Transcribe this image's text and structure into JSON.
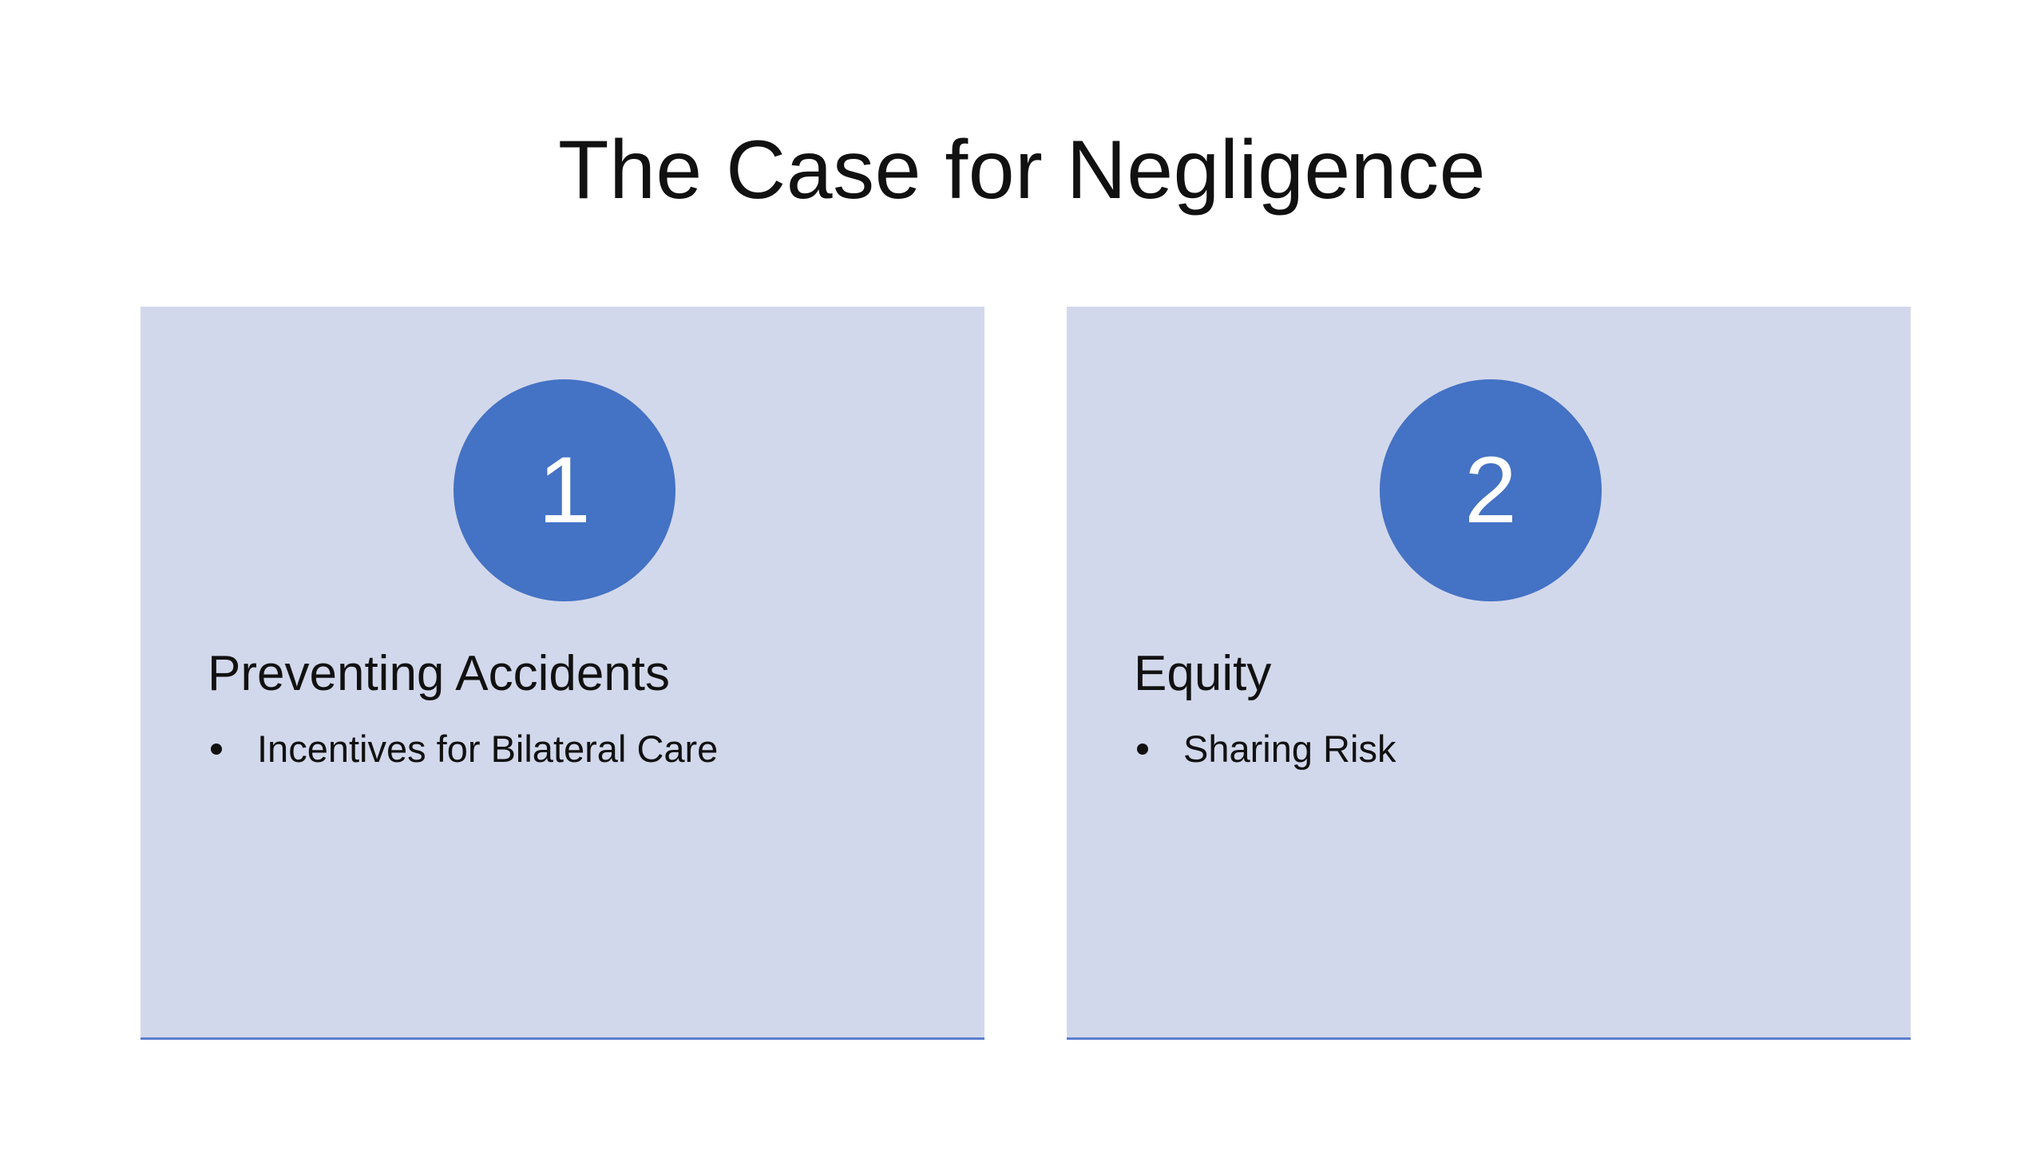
{
  "slide": {
    "title": "The Case for Negligence",
    "cards": [
      {
        "number": "1",
        "heading": "Preventing Accidents",
        "bullets": [
          "Incentives for Bilateral Care"
        ]
      },
      {
        "number": "2",
        "heading": "Equity",
        "bullets": [
          "Sharing Risk"
        ]
      }
    ]
  },
  "colors": {
    "card_background": "#d2d8eb",
    "badge": "#4472c4",
    "card_border": "#5b7fcf"
  }
}
